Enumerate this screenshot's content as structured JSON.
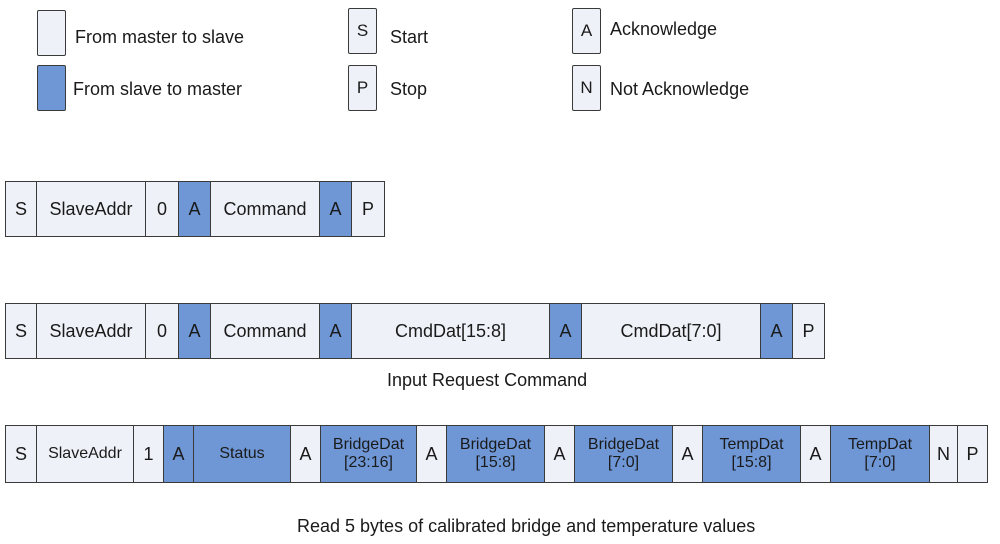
{
  "legend": {
    "master_to_slave": "From master to slave",
    "slave_to_master": "From slave to master",
    "start_symbol": "S",
    "start_label": "Start",
    "stop_symbol": "P",
    "stop_label": "Stop",
    "ack_symbol": "A",
    "ack_label": "Acknowledge",
    "nack_symbol": "N",
    "nack_label": "Not Acknowledge"
  },
  "colors": {
    "master": "#eef1f7",
    "slave": "#6f97d6",
    "border": "#3a3a3a"
  },
  "frames": {
    "frame1": [
      {
        "text": "S",
        "dir": "master"
      },
      {
        "text": "SlaveAddr",
        "dir": "master"
      },
      {
        "text": "0",
        "dir": "master"
      },
      {
        "text": "A",
        "dir": "slave"
      },
      {
        "text": "Command",
        "dir": "master"
      },
      {
        "text": "A",
        "dir": "slave"
      },
      {
        "text": "P",
        "dir": "master"
      }
    ],
    "frame2": [
      {
        "text": "S",
        "dir": "master"
      },
      {
        "text": "SlaveAddr",
        "dir": "master"
      },
      {
        "text": "0",
        "dir": "master"
      },
      {
        "text": "A",
        "dir": "slave"
      },
      {
        "text": "Command",
        "dir": "master"
      },
      {
        "text": "A",
        "dir": "slave"
      },
      {
        "text": "CmdDat[15:8]",
        "dir": "master"
      },
      {
        "text": "A",
        "dir": "slave"
      },
      {
        "text": "CmdDat[7:0]",
        "dir": "master"
      },
      {
        "text": "A",
        "dir": "slave"
      },
      {
        "text": "P",
        "dir": "master"
      }
    ],
    "frame3": [
      {
        "text": "S",
        "dir": "master"
      },
      {
        "text": "SlaveAddr",
        "dir": "master"
      },
      {
        "text": "1",
        "dir": "master"
      },
      {
        "text": "A",
        "dir": "slave"
      },
      {
        "text": "Status",
        "dir": "slave"
      },
      {
        "text": "A",
        "dir": "master"
      },
      {
        "text": "BridgeDat\n[23:16]",
        "dir": "slave"
      },
      {
        "text": "A",
        "dir": "master"
      },
      {
        "text": "BridgeDat\n[15:8]",
        "dir": "slave"
      },
      {
        "text": "A",
        "dir": "master"
      },
      {
        "text": "BridgeDat\n[7:0]",
        "dir": "slave"
      },
      {
        "text": "A",
        "dir": "master"
      },
      {
        "text": "TempDat\n[15:8]",
        "dir": "slave"
      },
      {
        "text": "A",
        "dir": "master"
      },
      {
        "text": "TempDat\n[7:0]",
        "dir": "slave"
      },
      {
        "text": "N",
        "dir": "master"
      },
      {
        "text": "P",
        "dir": "master"
      }
    ]
  },
  "captions": {
    "frame2": "Input Request Command",
    "frame3": "Read 5 bytes of calibrated bridge and temperature values"
  }
}
